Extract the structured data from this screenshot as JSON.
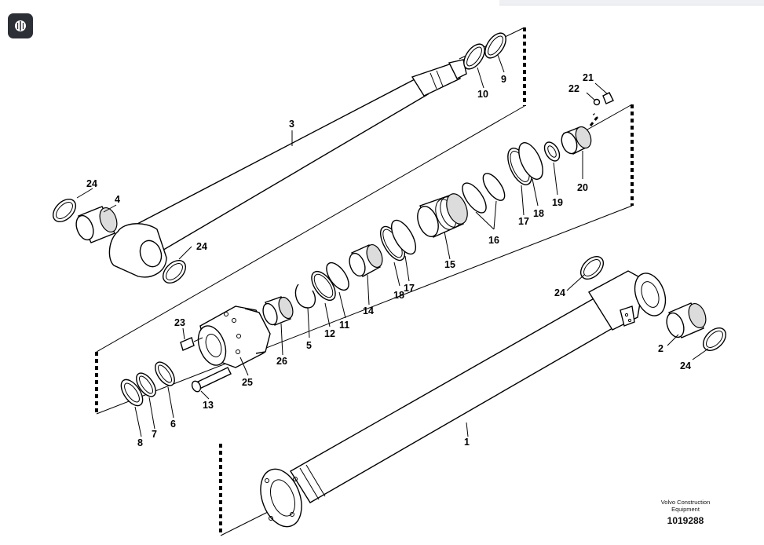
{
  "app_icon": "app-menu-icon",
  "brand": {
    "line1": "Volvo Construction",
    "line2": "Equipment",
    "figure_number": "1019288"
  },
  "callouts": {
    "c1": "1",
    "c2": "2",
    "c3": "3",
    "c4": "4",
    "c5": "5",
    "c6": "6",
    "c7": "7",
    "c8": "8",
    "c9": "9",
    "c10": "10",
    "c11": "11",
    "c12": "12",
    "c13": "13",
    "c14": "14",
    "c15": "15",
    "c16": "16",
    "c17a": "17",
    "c17b": "17",
    "c18a": "18",
    "c18b": "18",
    "c19": "19",
    "c20": "20",
    "c21": "21",
    "c22": "22",
    "c23": "23",
    "c24a": "24",
    "c24b": "24",
    "c24c": "24",
    "c24d": "24",
    "c25": "25",
    "c26": "26"
  }
}
